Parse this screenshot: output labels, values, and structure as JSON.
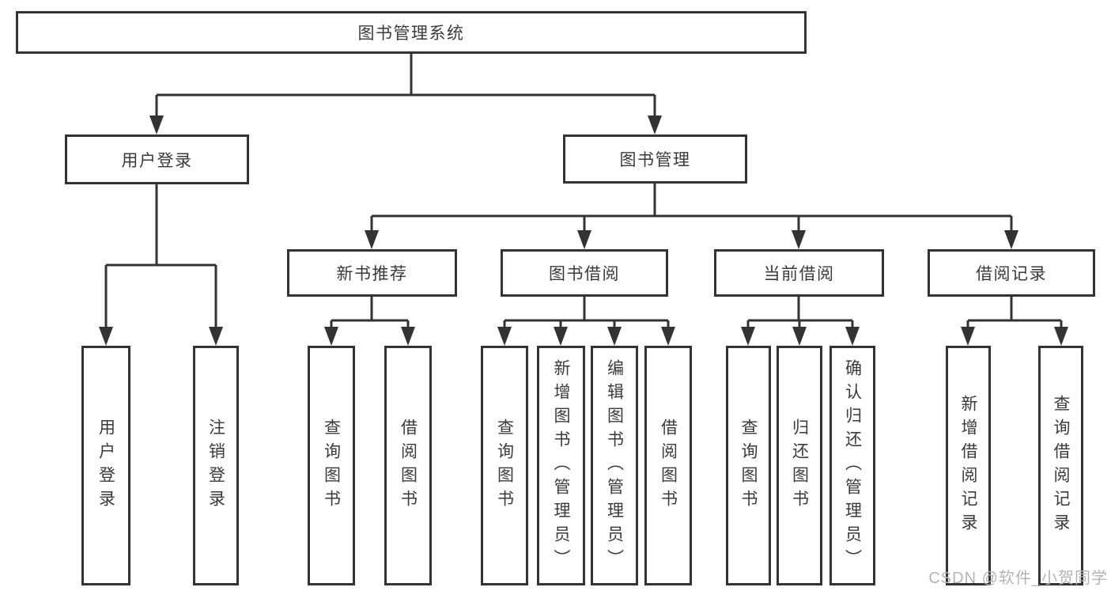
{
  "diagram": {
    "root": {
      "label": "图书管理系统"
    },
    "branches": [
      {
        "label": "用户登录",
        "children": [
          {
            "label": "用户登录"
          },
          {
            "label": "注销登录"
          }
        ]
      },
      {
        "label": "图书管理",
        "children": [
          {
            "label": "新书推荐",
            "children": [
              {
                "label": "查询图书"
              },
              {
                "label": "借阅图书"
              }
            ]
          },
          {
            "label": "图书借阅",
            "children": [
              {
                "label": "查询图书"
              },
              {
                "label": "新增图书（管理员）"
              },
              {
                "label": "编辑图书（管理员）"
              },
              {
                "label": "借阅图书"
              }
            ]
          },
          {
            "label": "当前借阅",
            "children": [
              {
                "label": "查询图书"
              },
              {
                "label": "归还图书"
              },
              {
                "label": "确认归还（管理员）"
              }
            ]
          },
          {
            "label": "借阅记录",
            "children": [
              {
                "label": "新增借阅记录"
              },
              {
                "label": "查询借阅记录"
              }
            ]
          }
        ]
      }
    ]
  },
  "watermark": {
    "text": "CSDN @软件_小贺同学"
  },
  "colors": {
    "line": "#333333",
    "box_border": "#333333",
    "box_background": "#ffffff",
    "text": "#3a3a3a",
    "page_background": "#ffffff",
    "watermark": "#b4b4b4"
  }
}
